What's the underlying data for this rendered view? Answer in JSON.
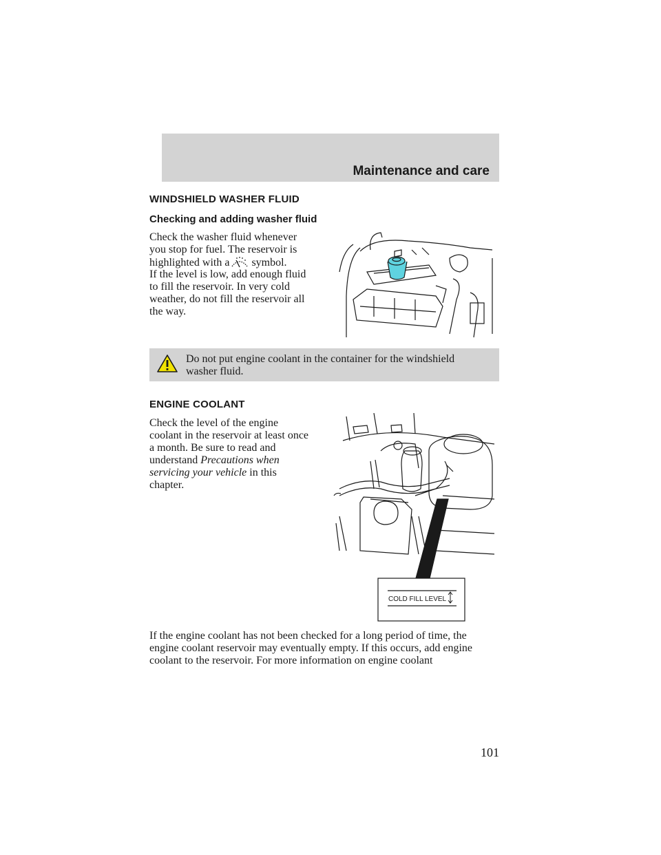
{
  "header": {
    "section_title": "Maintenance and care"
  },
  "washer": {
    "heading": "WINDSHIELD WASHER FLUID",
    "subheading": "Checking and adding washer fluid",
    "p1": {
      "line1": "Check the washer fluid whenever",
      "line2": "you stop for fuel. The reservoir is",
      "line3_before": "highlighted with a",
      "line3_after": "symbol."
    },
    "p2": {
      "line1": "If the level is low, add enough fluid",
      "line2": "to fill the reservoir. In very cold",
      "line3": "weather, do not fill the reservoir all",
      "line4": "the way."
    },
    "symbol_icon": "windshield-wiper-icon"
  },
  "warning": {
    "icon": "warning-triangle-icon",
    "line1": "Do not put engine coolant in the container for the windshield",
    "line2": "washer fluid.",
    "icon_color": "#f2e300"
  },
  "coolant": {
    "heading": "ENGINE COOLANT",
    "p1": {
      "line1": "Check the level of the engine",
      "line2": "coolant in the reservoir at least once",
      "line3": "a month. Be sure to read and",
      "line4_before": "understand",
      "line4_italic": "Precautions when",
      "line5_italic": "servicing your vehicle",
      "line5_after": "in this",
      "line6": "chapter."
    },
    "figure_label": "COLD FILL LEVEL",
    "p2": {
      "line1": "If the engine coolant has not been checked for a long period of time, the",
      "line2": "engine coolant reservoir may eventually empty. If this occurs, add engine",
      "line3": "coolant to the reservoir. For more information on engine coolant"
    }
  },
  "page_number": "101",
  "colors": {
    "highlight_cap": "#5fd3e0",
    "band_gray": "#d3d3d3"
  }
}
